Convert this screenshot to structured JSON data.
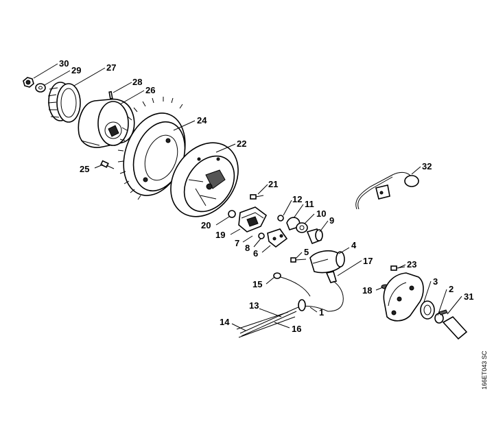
{
  "diagram": {
    "code": "166ET043 SC",
    "labels": [
      "30",
      "29",
      "27",
      "28",
      "26",
      "24",
      "25",
      "22",
      "32",
      "21",
      "12",
      "11",
      "10",
      "9",
      "20",
      "19",
      "7",
      "8",
      "6",
      "5",
      "4",
      "17",
      "23",
      "3",
      "2",
      "31",
      "15",
      "18",
      "13",
      "1",
      "14",
      "16"
    ]
  }
}
